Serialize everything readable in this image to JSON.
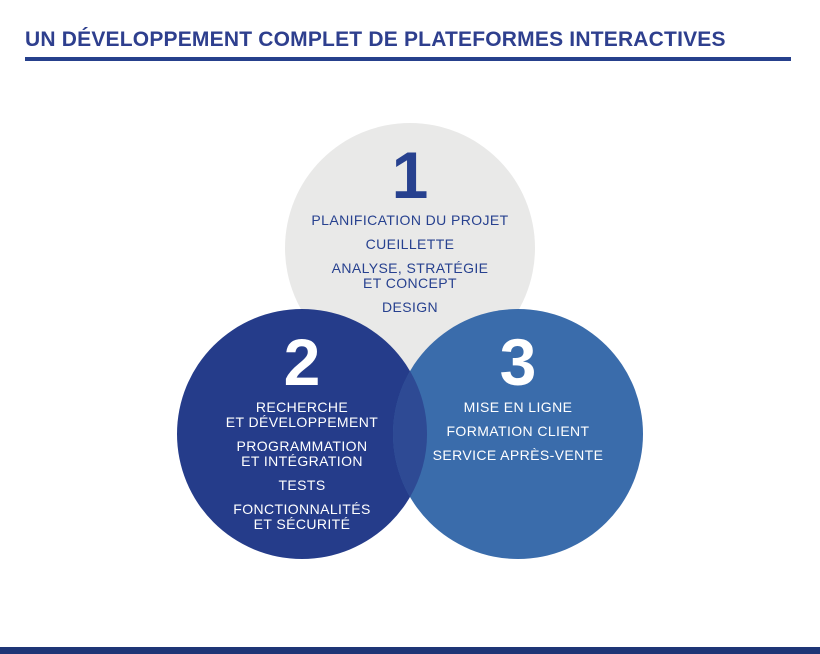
{
  "header": {
    "title": "UN DÉVELOPPEMENT COMPLET DE PLATEFORMES INTERACTIVES"
  },
  "diagram": {
    "steps": [
      {
        "number": "1",
        "items": [
          "PLANIFICATION DU PROJET",
          "CUEILLETTE",
          "ANALYSE, STRATÉGIE\nET CONCEPT",
          "DESIGN"
        ]
      },
      {
        "number": "2",
        "items": [
          "RECHERCHE\nET DÉVELOPPEMENT",
          "PROGRAMMATION\nET INTÉGRATION",
          "TESTS",
          "FONCTIONNALITÉS\nET SÉCURITÉ"
        ]
      },
      {
        "number": "3",
        "items": [
          "MISE EN LIGNE",
          "FORMATION CLIENT",
          "SERVICE APRÈS-VENTE"
        ]
      }
    ],
    "colors": {
      "circle1": "#e9e9e8",
      "circle2": "#253c8a",
      "circle3": "#3a6cab",
      "overlap23": "#2e4a94",
      "title_text": "#2e3f8e",
      "underline": "#26408c",
      "circle1_text": "#27418f",
      "circle23_text": "#ffffff",
      "bottom_bar": "#1e3576"
    }
  }
}
